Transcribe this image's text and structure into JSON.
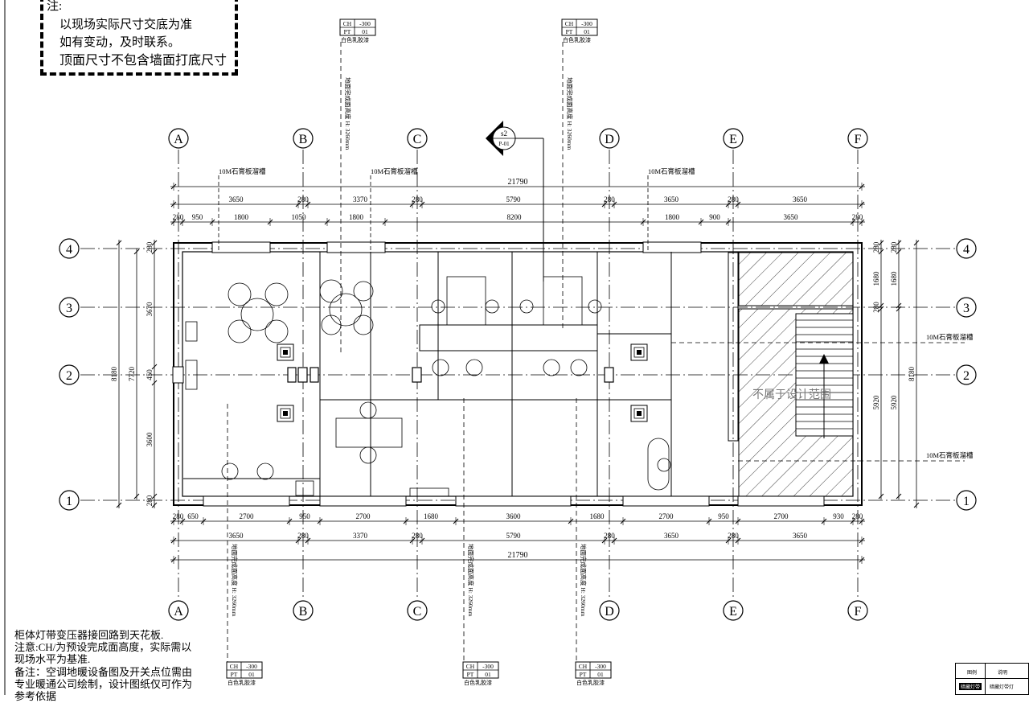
{
  "notes": {
    "prefix": "注:",
    "lines": [
      "以现场实际尺寸交底为准",
      "如有变动，及时联系。",
      "顶面尺寸不包含墙面打底尺寸"
    ]
  },
  "bottom_notes": [
    "柜体灯带变压器接回路到天花板.",
    "注意:CH/为预设完成面高度，实际需以",
    "现场水平为基准.",
    "备注：空调地暖设备图及开关点位需由",
    "专业暖通公司绘制，设计图纸仅可作为",
    "参考依据"
  ],
  "grid": {
    "cols": [
      "A",
      "B",
      "C",
      "D",
      "E",
      "F"
    ],
    "rows": [
      "4",
      "3",
      "2",
      "1"
    ]
  },
  "dims": {
    "total": "21790",
    "top_segments": [
      "3650",
      "280",
      "3370",
      "280",
      "5790",
      "280",
      "3650",
      "280",
      "3650"
    ],
    "top_openings": [
      "280",
      "950",
      "1800",
      "1050",
      "1800",
      "8200",
      "1800",
      "900",
      "3650",
      "280"
    ],
    "bottom_openings": [
      "280",
      "650",
      "2700",
      "950",
      "2700",
      "1680",
      "3600",
      "1680",
      "2700",
      "950",
      "2700",
      "930",
      "280"
    ],
    "bottom_segments": [
      "3650",
      "280",
      "3370",
      "280",
      "5790",
      "280",
      "3650",
      "280",
      "3650"
    ],
    "left_overall": "8180",
    "left_inner": "7720",
    "left_segments": [
      "280",
      "3670",
      "450",
      "3600",
      "280"
    ],
    "right_overall": "8180",
    "right_segments": [
      "280",
      "1680",
      "1680",
      "280",
      "5920"
    ],
    "right_inner": "5920"
  },
  "tags": [
    {
      "ch_label": "CH",
      "ch_val": "-300",
      "pt_label": "PT",
      "pt_val": "01",
      "finish": "白色乳胶漆"
    },
    {
      "ch_label": "CH",
      "ch_val": "-300",
      "pt_label": "PT",
      "pt_val": "01",
      "finish": "白色乳胶漆"
    },
    {
      "ch_label": "CH",
      "ch_val": "-300",
      "pt_label": "PT",
      "pt_val": "01",
      "finish": "白色乳胶漆"
    },
    {
      "ch_label": "CH",
      "ch_val": "-300",
      "pt_label": "PT",
      "pt_val": "01",
      "finish": "白色乳胶漆"
    },
    {
      "ch_label": "CH",
      "ch_val": "-300",
      "pt_label": "PT",
      "pt_val": "01",
      "finish": "白色乳胶漆"
    }
  ],
  "leader_texts": {
    "slot": "10M石膏板溜槽",
    "height": "地面完成面高度 H: 3260mm"
  },
  "section_marker": {
    "number": "s2",
    "sheet": "P-01"
  },
  "hatched_area_label": "不属于设计范围",
  "title_block": {
    "col1": "图例",
    "col2": "说明",
    "row2_left": "暗藏灯带",
    "row2_right": "暗藏灯带灯"
  }
}
